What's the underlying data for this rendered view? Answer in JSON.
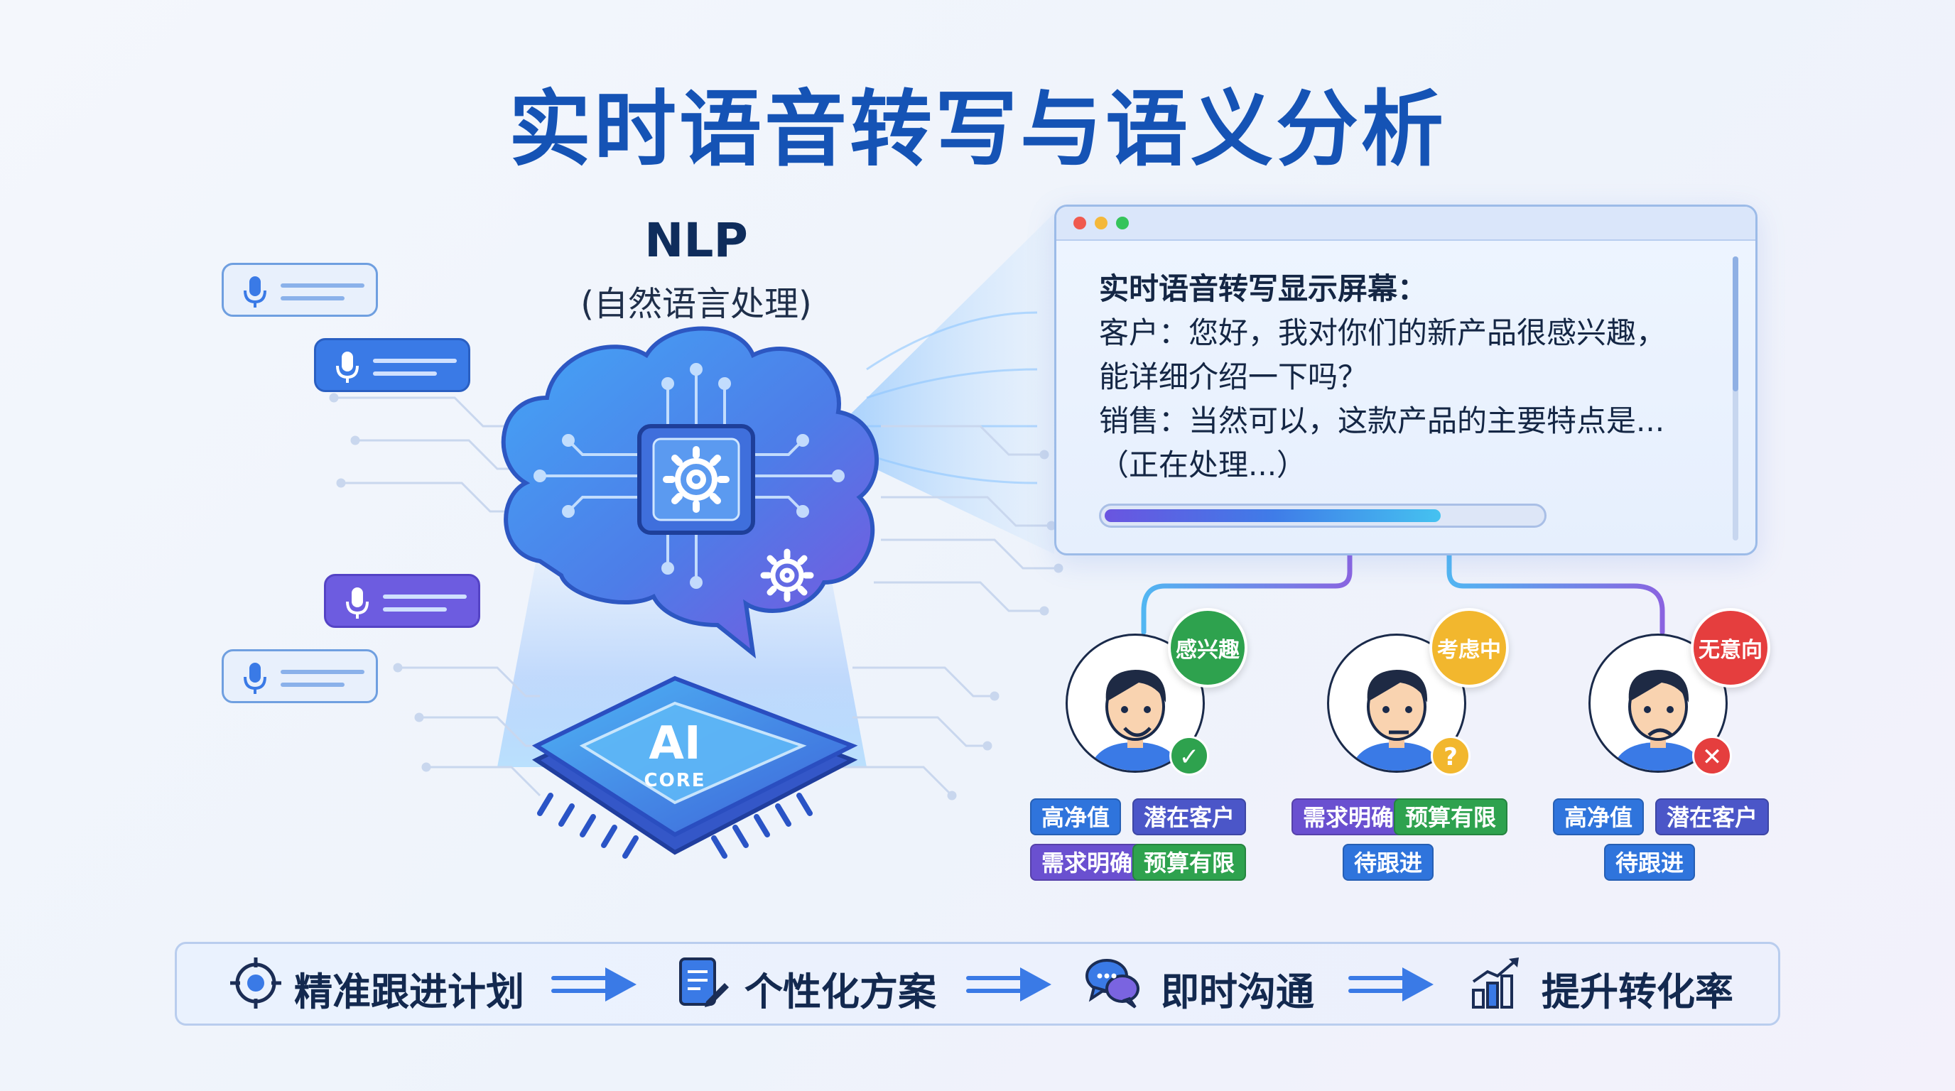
{
  "title": "实时语音转写与语义分析",
  "nlp": {
    "title": "NLP",
    "subtitle": "(自然语言处理)"
  },
  "chip": {
    "line1": "AI",
    "line2": "CORE"
  },
  "screen": {
    "heading": "实时语音转写显示屏幕：",
    "lines": [
      "客户：您好，我对你们的新产品很感兴趣，",
      "能详细介绍一下吗？",
      "销售：当然可以，这款产品的主要特点是...",
      "（正在处理...）"
    ],
    "progress": 0.77,
    "dot_colors": [
      "#f05a4f",
      "#f4b83a",
      "#35c45b"
    ]
  },
  "personas": [
    {
      "status": "感兴趣",
      "status_color": "#2ea24e",
      "mood": "happy",
      "mark": "✓",
      "mark_color": "#2ea24e",
      "tags": [
        "高净值",
        "潜在客户",
        "需求明确",
        "预算有限"
      ]
    },
    {
      "status": "考虑中",
      "status_color": "#f2b72e",
      "mood": "neutral",
      "mark": "?",
      "mark_color": "#f2b72e",
      "tags": [
        "需求明确",
        "预算有限",
        "待跟进"
      ]
    },
    {
      "status": "无意向",
      "status_color": "#e53e3e",
      "mood": "sad",
      "mark": "✕",
      "mark_color": "#e53e3e",
      "tags": [
        "高净值",
        "潜在客户",
        "待跟进"
      ]
    }
  ],
  "steps": [
    {
      "label": "精准跟进计划",
      "icon": "target-icon"
    },
    {
      "label": "个性化方案",
      "icon": "document-edit-icon"
    },
    {
      "label": "即时沟通",
      "icon": "chat-icon"
    },
    {
      "label": "提升转化率",
      "icon": "growth-chart-icon"
    }
  ],
  "colors": {
    "title": "#1553b5",
    "accent_blue": "#3a7ae6",
    "accent_purple": "#6d5ce0"
  }
}
